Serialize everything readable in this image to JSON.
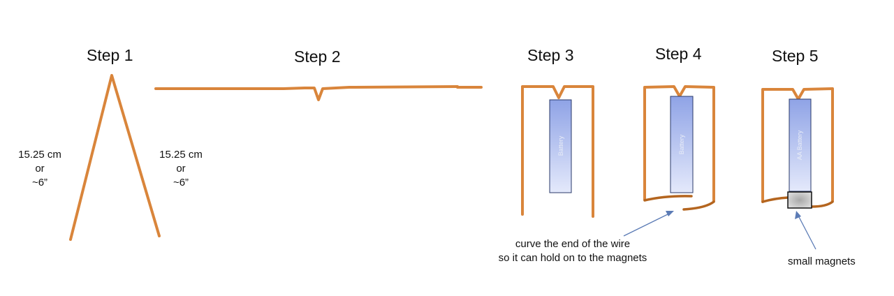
{
  "steps": [
    {
      "title": "Step 1"
    },
    {
      "title": "Step 2"
    },
    {
      "title": "Step 3",
      "battery_label": "Battery"
    },
    {
      "title": "Step 4",
      "battery_label": "Battery"
    },
    {
      "title": "Step 5",
      "battery_label": "AA Battery"
    }
  ],
  "step1": {
    "left_measure": {
      "value": "15.25 cm",
      "or": "or",
      "alt": "~6”"
    },
    "right_measure": {
      "value": "15.25 cm",
      "or": "or",
      "alt": "~6”"
    }
  },
  "notes": {
    "curve_line1": "curve the end of the wire",
    "curve_line2": "so it can hold on to the magnets",
    "magnets": "small magnets"
  },
  "colors": {
    "wire": "#d9853b",
    "battery_top": "#8fa3e6",
    "battery_bottom": "#e4e9fb",
    "arrow": "#5b7bb5"
  }
}
